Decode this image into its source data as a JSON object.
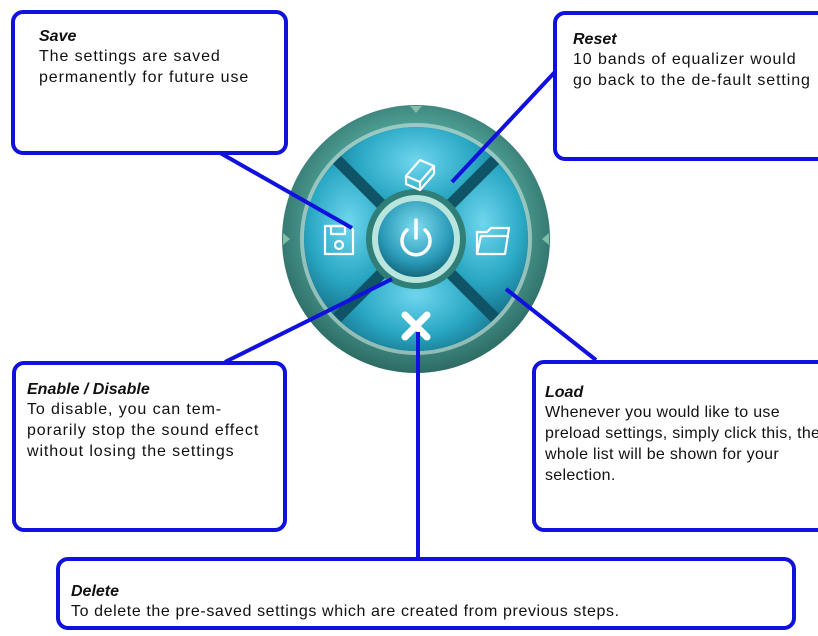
{
  "save": {
    "title": "Save",
    "body": "The settings are saved permanently for future use"
  },
  "reset": {
    "title": "Reset",
    "body": "10 bands of equalizer would go back to the de-fault setting"
  },
  "enable": {
    "title": "Enable / Disable",
    "body": "To disable, you can tem-porarily stop the sound effect without losing the settings"
  },
  "load": {
    "title": "Load",
    "body": "Whenever you would like to use preload settings, simply click this, the whole list will be shown for your selection."
  },
  "delete": {
    "title": "Delete",
    "body": "To delete the pre-saved settings which are created from previous steps."
  },
  "colors": {
    "callout_border": "#1111dd",
    "leader_line": "#1111dd",
    "ring": "#3f8f86",
    "petal": "#2aa8c4",
    "petal_dark": "#1b7c95",
    "center": "#2a9ab8"
  },
  "icons": {
    "save": "floppy-disk-icon",
    "reset": "eraser-icon",
    "enable": "power-icon",
    "load": "folder-icon",
    "delete": "close-x-icon"
  }
}
